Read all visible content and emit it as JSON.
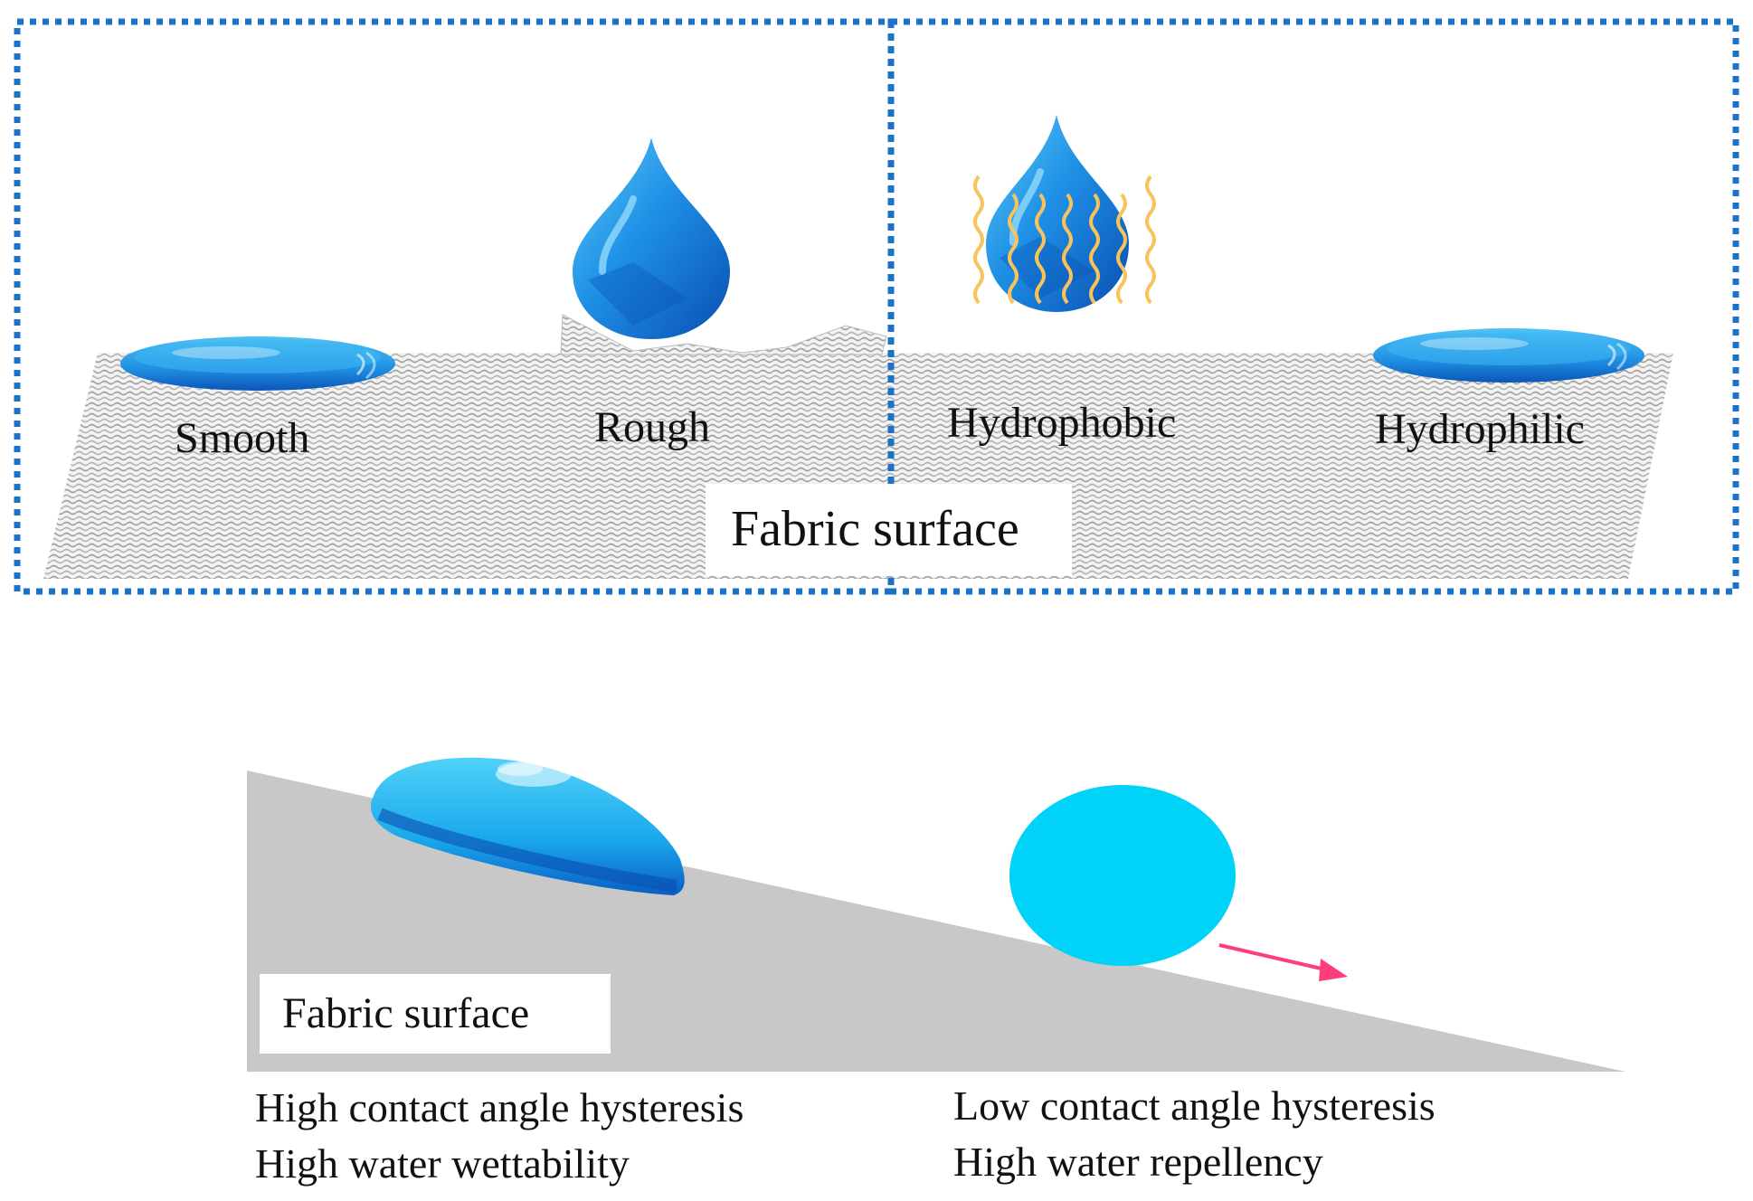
{
  "top_panel": {
    "labels": {
      "smooth": "Smooth",
      "rough": "Rough",
      "hydrophobic": "Hydrophobic",
      "hydrophilic": "Hydrophilic"
    },
    "fabric_label": "Fabric surface"
  },
  "bottom_panel": {
    "fabric_label": "Fabric surface",
    "left_caption": {
      "line1": "High contact angle hysteresis",
      "line2": "High water wettability"
    },
    "right_caption": {
      "line1": "Low contact angle hysteresis",
      "line2": "High water repellency"
    }
  },
  "colors": {
    "frame": "#1a73c9",
    "water_dark": "#0d5fc0",
    "water_mid": "#1e90e6",
    "water_light": "#5cc8f5",
    "rolling_drop": "#00d2f8",
    "slope": "#c8c8c8",
    "fabric_weave": "#9a9a9a",
    "hydrophobic_chains": "#f7c35a",
    "arrow": "#ff3d7a"
  },
  "icons": [
    "water-drop-icon",
    "arrow-icon"
  ]
}
